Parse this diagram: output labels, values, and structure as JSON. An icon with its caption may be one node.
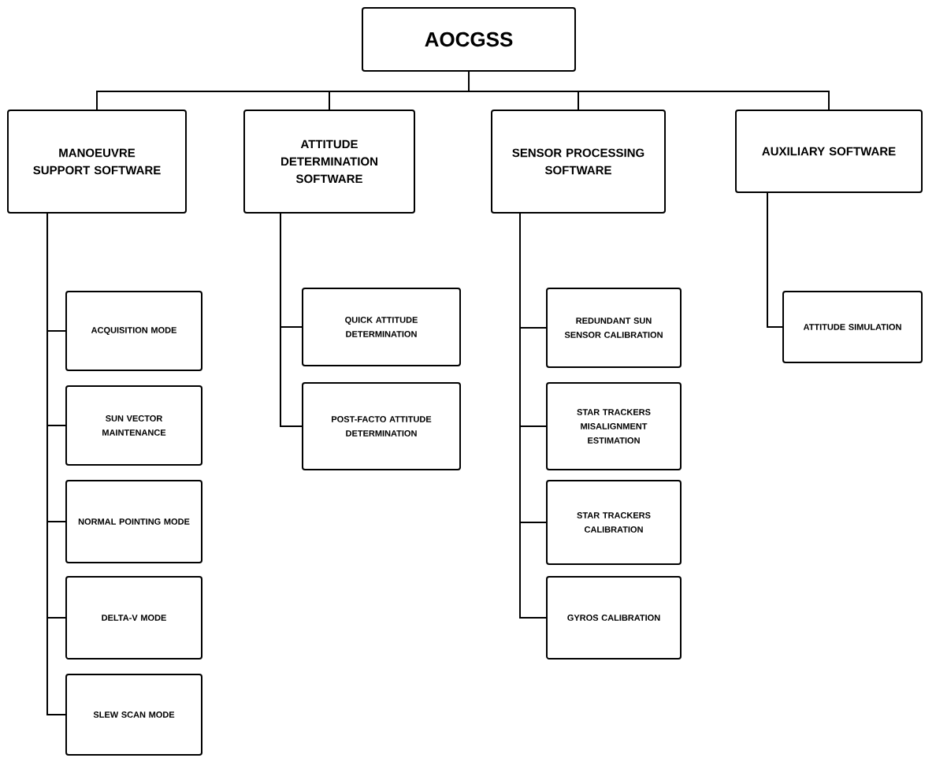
{
  "diagram": {
    "nodes": [
      {
        "text": [
          "AOCGSS"
        ]
      },
      {
        "text": [
          "MANOEUVRE SUPPORT SOFTWARE"
        ]
      },
      {
        "text": [
          "ATTITUDE DETERMINATION SOFTWARE"
        ]
      },
      {
        "text": [
          "SENSOR PROCESSING SOFTWARE"
        ]
      },
      {
        "text": [
          "AUXILIARY SOFTWARE"
        ]
      },
      {
        "text": [
          "ACQUISITION MODE"
        ]
      },
      {
        "text": [
          "SUN VECTOR MAINTENANCE"
        ]
      },
      {
        "text": [
          "NORMAL POINTING MODE"
        ]
      },
      {
        "text": [
          "DELTA-V MODE"
        ]
      },
      {
        "text": [
          "SLEW SCAN MODE"
        ]
      },
      {
        "text": [
          "QUICK ATTITUDE DETERMINATION"
        ]
      },
      {
        "text": [
          "POST-FACTO ATTITUDE DETERMINATION"
        ]
      },
      {
        "text": [
          "REDUNDANT SUN SENSOR CALIBRATION"
        ]
      },
      {
        "text": [
          "STAR TRACKERS MISALIGNMENT ESTIMATION"
        ]
      },
      {
        "text": [
          "STAR TRACKERS CALIBRATION"
        ]
      },
      {
        "text": [
          "GYROS CALIBRATION"
        ]
      },
      {
        "text": [
          "ATTITUDE SIMULATION"
        ]
      }
    ],
    "edges": [
      {
        "from": 0,
        "to": 1,
        "arrow": "none"
      },
      {
        "from": 0,
        "to": 2,
        "arrow": "none"
      },
      {
        "from": 0,
        "to": 3,
        "arrow": "none"
      },
      {
        "from": 0,
        "to": 4,
        "arrow": "none"
      },
      {
        "from": 1,
        "to": 5,
        "arrow": "none"
      },
      {
        "from": 1,
        "to": 6,
        "arrow": "none"
      },
      {
        "from": 1,
        "to": 7,
        "arrow": "none"
      },
      {
        "from": 1,
        "to": 8,
        "arrow": "none"
      },
      {
        "from": 1,
        "to": 9,
        "arrow": "none"
      },
      {
        "from": 2,
        "to": 10,
        "arrow": "none"
      },
      {
        "from": 2,
        "to": 11,
        "arrow": "none"
      },
      {
        "from": 3,
        "to": 12,
        "arrow": "none"
      },
      {
        "from": 3,
        "to": 13,
        "arrow": "none"
      },
      {
        "from": 3,
        "to": 14,
        "arrow": "none"
      },
      {
        "from": 3,
        "to": 15,
        "arrow": "none"
      },
      {
        "from": 4,
        "to": 16,
        "arrow": "none"
      }
    ]
  }
}
